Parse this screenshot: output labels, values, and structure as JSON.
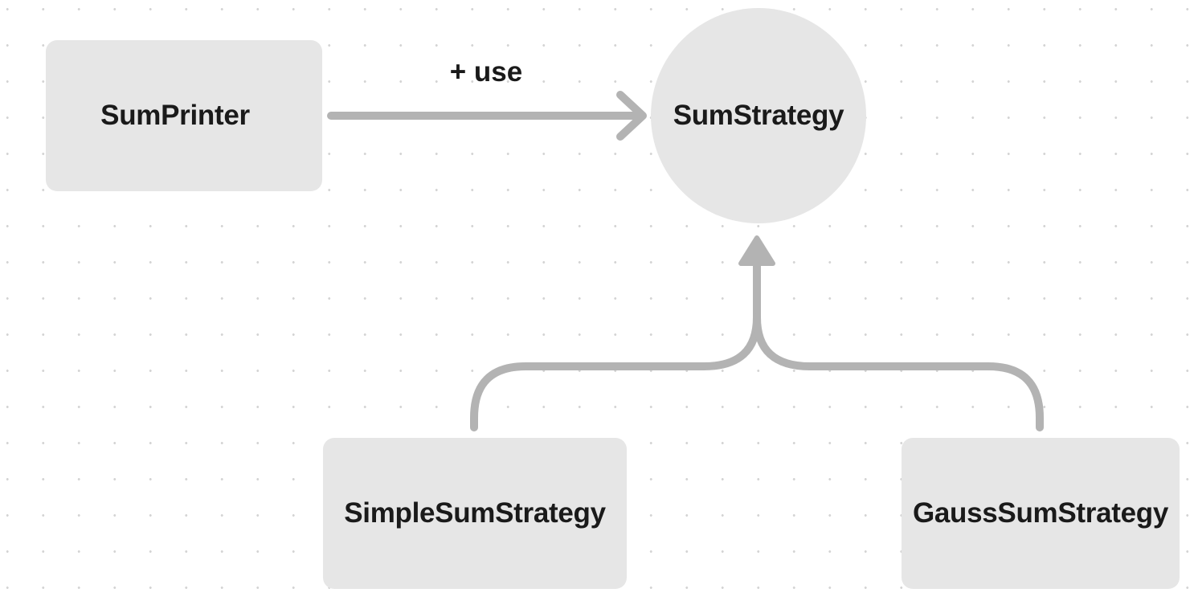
{
  "nodes": {
    "sum_printer": {
      "label": "SumPrinter"
    },
    "sum_strategy": {
      "label": "SumStrategy"
    },
    "simple_sum_strategy": {
      "label": "SimpleSumStrategy"
    },
    "gauss_sum_strategy": {
      "label": "GaussSumStrategy"
    }
  },
  "edges": {
    "uses": {
      "label": "+ use",
      "from": "SumPrinter",
      "to": "SumStrategy"
    },
    "inherits_simple": {
      "from": "SimpleSumStrategy",
      "to": "SumStrategy"
    },
    "inherits_gauss": {
      "from": "GaussSumStrategy",
      "to": "SumStrategy"
    }
  },
  "colors": {
    "node_fill": "#e6e6e6",
    "connector": "#b3b3b3",
    "text": "#1a1a1a",
    "grid_dot": "#d4d4d4"
  }
}
